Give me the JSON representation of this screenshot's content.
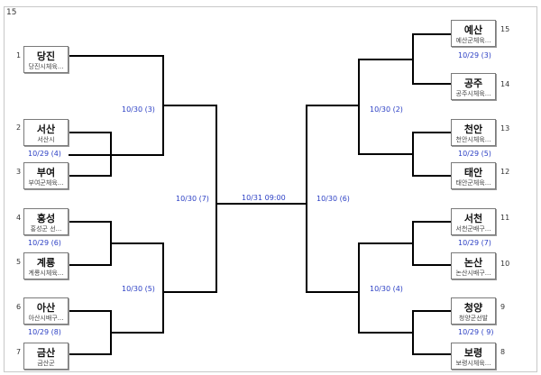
{
  "corner_label": "15",
  "left_teams": [
    {
      "num": "1",
      "name": "당진",
      "venue": "당진시체육..."
    },
    {
      "num": "2",
      "name": "서산",
      "venue": "서산시"
    },
    {
      "num": "3",
      "name": "부여",
      "venue": "부여군체육..."
    },
    {
      "num": "4",
      "name": "홍성",
      "venue": "홍성군 선..."
    },
    {
      "num": "5",
      "name": "계룡",
      "venue": "계룡시체육..."
    },
    {
      "num": "6",
      "name": "아산",
      "venue": "아산시배구..."
    },
    {
      "num": "7",
      "name": "금산",
      "venue": "금산군"
    }
  ],
  "right_teams": [
    {
      "num": "15",
      "name": "예산",
      "venue": "예산군체육..."
    },
    {
      "num": "14",
      "name": "공주",
      "venue": "공주시체육..."
    },
    {
      "num": "13",
      "name": "천안",
      "venue": "천안시체육..."
    },
    {
      "num": "12",
      "name": "태안",
      "venue": "태안군체육..."
    },
    {
      "num": "11",
      "name": "서천",
      "venue": "서천군배구..."
    },
    {
      "num": "10",
      "name": "논산",
      "venue": "논산시배구..."
    },
    {
      "num": "9",
      "name": "청양",
      "venue": "청양군선발"
    },
    {
      "num": "8",
      "name": "보령",
      "venue": "보령시체육..."
    }
  ],
  "dates": {
    "l_pair_2_3": "10/29 (4)",
    "l_pair_4_5": "10/29 (6)",
    "l_pair_6_7": "10/29 (8)",
    "r_pair_15_14": "10/29 (3)",
    "r_pair_13_12": "10/29 (5)",
    "r_pair_11_10": "10/29 (7)",
    "r_pair_9_8": "10/29 ( 9)",
    "l_qf_top": "10/30 (3)",
    "l_qf_bottom": "10/30 (5)",
    "r_qf_top": "10/30 (2)",
    "r_qf_bottom": "10/30 (4)",
    "l_sf": "10/30 (7)",
    "r_sf": "10/30 (6)",
    "final": "10/31 09:00"
  }
}
